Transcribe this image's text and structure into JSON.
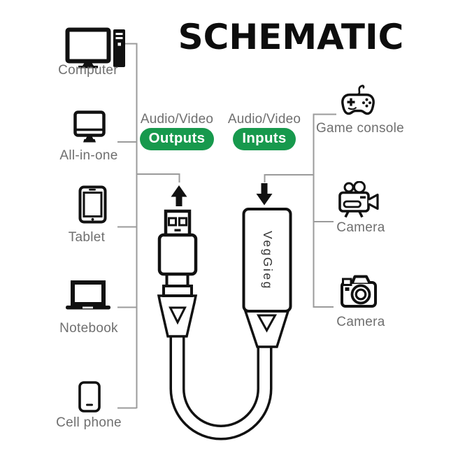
{
  "title": "SCHEMATIC",
  "device": {
    "brand_label": "VegGieg"
  },
  "connections": {
    "outputs": {
      "caption": "Audio/Video",
      "badge": "Outputs"
    },
    "inputs": {
      "caption": "Audio/Video",
      "badge": "Inputs"
    }
  },
  "left_column": {
    "items": [
      {
        "label": "Computer",
        "icon": "desktop-computer-icon"
      },
      {
        "label": "All-in-one",
        "icon": "all-in-one-pc-icon"
      },
      {
        "label": "Tablet",
        "icon": "tablet-icon"
      },
      {
        "label": "Notebook",
        "icon": "laptop-icon"
      },
      {
        "label": "Cell phone",
        "icon": "cell-phone-icon"
      }
    ]
  },
  "right_column": {
    "items": [
      {
        "label": "Game console",
        "icon": "game-controller-icon"
      },
      {
        "label": "Camera",
        "icon": "video-camera-icon"
      },
      {
        "label": "Camera",
        "icon": "photo-camera-icon"
      }
    ]
  },
  "colors": {
    "badge_green": "#17994d",
    "label_gray": "#6f6f6f",
    "connector_gray": "#9b9b9b",
    "ink": "#111111"
  }
}
